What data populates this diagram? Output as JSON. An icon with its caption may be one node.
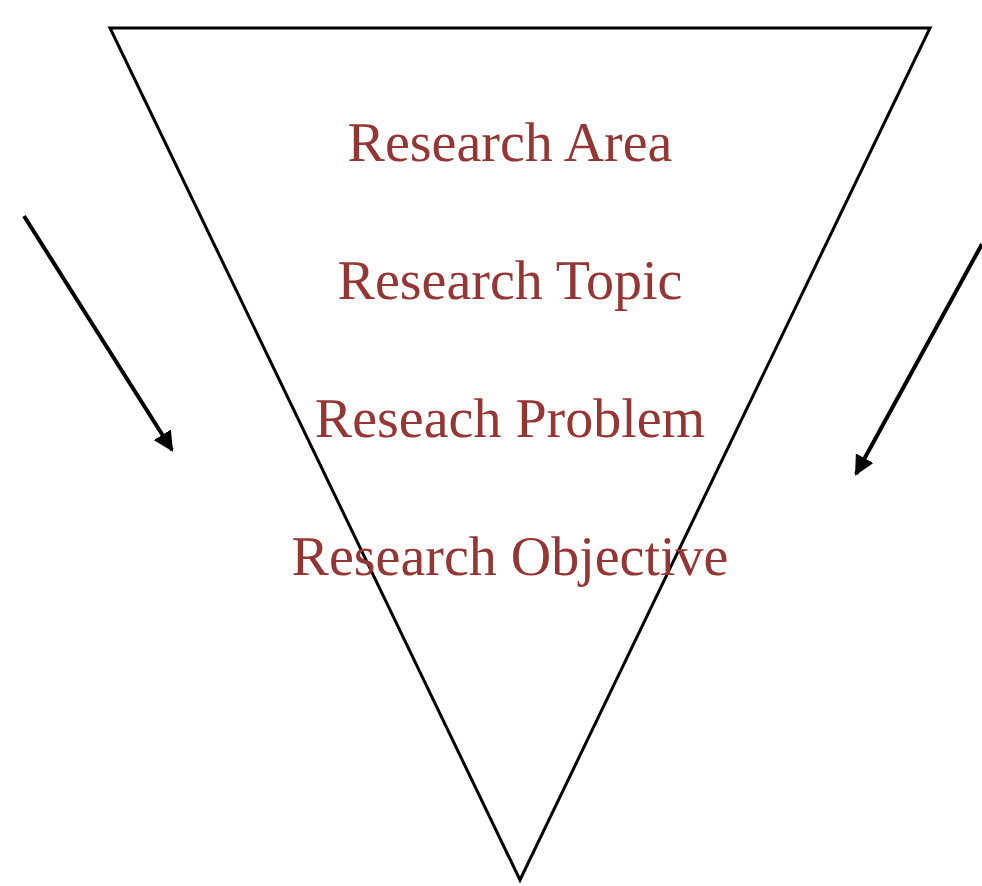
{
  "diagram": {
    "nodes": [
      {
        "text": [
          "Research Area",
          "Research Topic",
          "Reseach Problem",
          "Research Objective"
        ]
      }
    ]
  }
}
